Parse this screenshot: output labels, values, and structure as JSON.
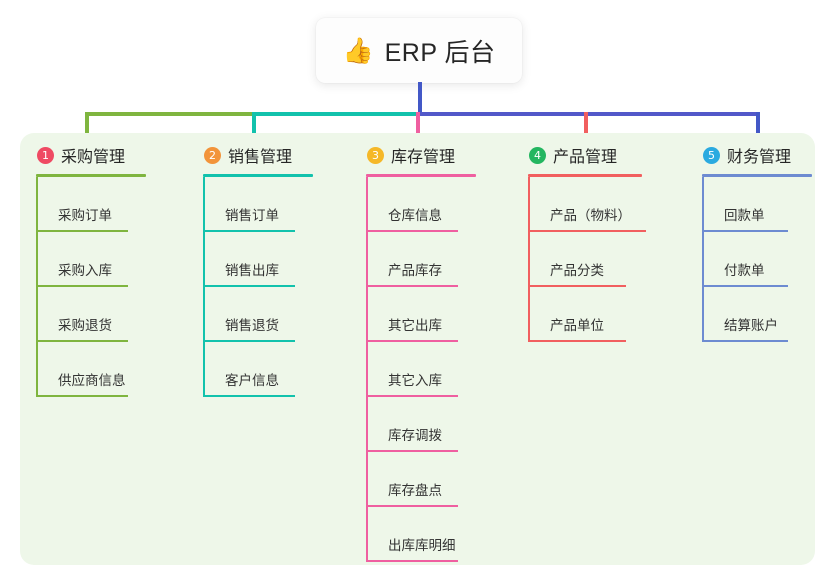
{
  "title": {
    "icon": "thumbs-up-icon",
    "icon_glyph": "👍",
    "text": "ERP 后台"
  },
  "colors": {
    "panel_background": "#eef7e9",
    "trunk": "#4358c7",
    "bus_green": "#7fb53f",
    "bus_teal": "#12c2ac",
    "bus_blue": "#5258c9"
  },
  "columns": [
    {
      "number": "1",
      "title": "采购管理",
      "badge_color": "#ef4a63",
      "line_color": "#7fb53f",
      "items": [
        "采购订单",
        "采购入库",
        "采购退货",
        "供应商信息"
      ]
    },
    {
      "number": "2",
      "title": "销售管理",
      "badge_color": "#f2943a",
      "line_color": "#12c2ac",
      "items": [
        "销售订单",
        "销售出库",
        "销售退货",
        "客户信息"
      ]
    },
    {
      "number": "3",
      "title": "库存管理",
      "badge_color": "#f5b828",
      "line_color": "#ef5fa0",
      "items": [
        "仓库信息",
        "产品库存",
        "其它出库",
        "其它入库",
        "库存调拨",
        "库存盘点",
        "出库库明细"
      ]
    },
    {
      "number": "4",
      "title": "产品管理",
      "badge_color": "#23b660",
      "line_color": "#f15f5f",
      "items": [
        "产品（物料）",
        "产品分类",
        "产品单位"
      ]
    },
    {
      "number": "5",
      "title": "财务管理",
      "badge_color": "#2aaae0",
      "line_color": "#6d8bd1",
      "items": [
        "回款单",
        "付款单",
        "结算账户"
      ]
    }
  ]
}
